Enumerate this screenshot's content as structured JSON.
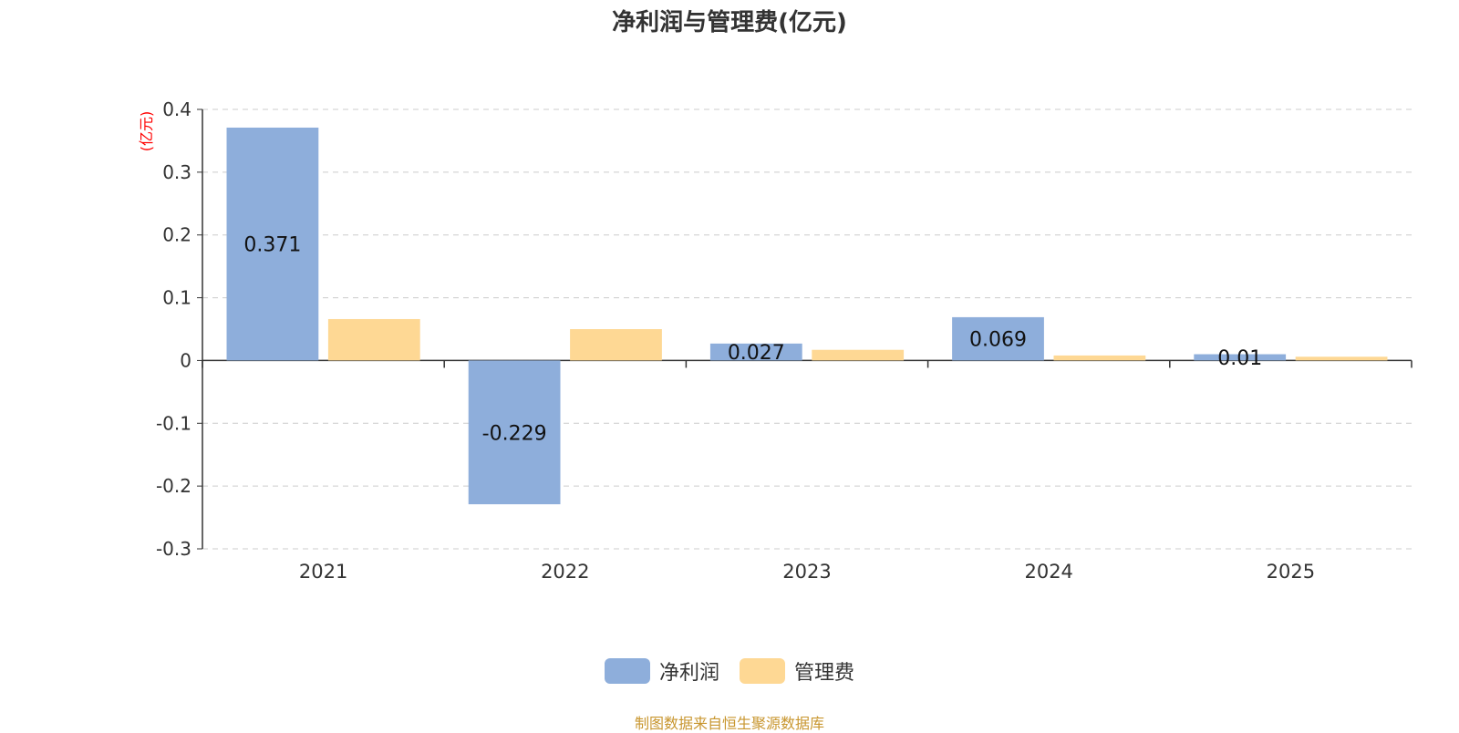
{
  "chart_data": {
    "type": "bar",
    "title": "净利润与管理费(亿元)",
    "ylabel": "(亿元)",
    "xlabel": "",
    "categories": [
      "2021",
      "2022",
      "2023",
      "2024",
      "2025"
    ],
    "series": [
      {
        "name": "净利润",
        "values": [
          0.371,
          -0.229,
          0.027,
          0.069,
          0.01
        ],
        "labels": [
          "0.371",
          "-0.229",
          "0.027",
          "0.069",
          "0.01"
        ],
        "color": "#8eaedb"
      },
      {
        "name": "管理费",
        "values": [
          0.066,
          0.05,
          0.017,
          0.008,
          0.006
        ],
        "color": "#fed894"
      }
    ],
    "ylim": [
      -0.3,
      0.4
    ],
    "yticks": [
      "0.4",
      "0.3",
      "0.2",
      "0.1",
      "0",
      "-0.1",
      "-0.2",
      "-0.3"
    ],
    "grid": true,
    "legend": "bottom-center"
  },
  "source": {
    "text": "制图数据来自恒生聚源数据库",
    "color": "#c8962f"
  },
  "colors": {
    "ylabel": "#ff0000",
    "text": "#333333"
  }
}
